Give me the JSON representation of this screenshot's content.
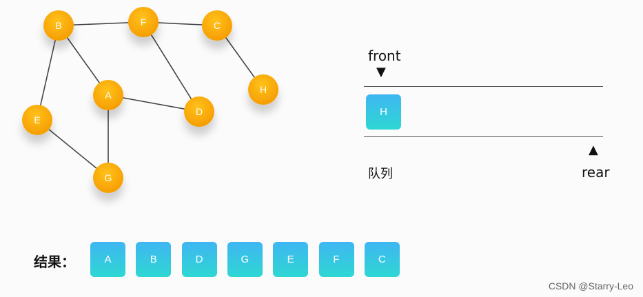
{
  "graph": {
    "nodes": [
      {
        "id": "B",
        "label": "B"
      },
      {
        "id": "F",
        "label": "F"
      },
      {
        "id": "C",
        "label": "C"
      },
      {
        "id": "A",
        "label": "A"
      },
      {
        "id": "H",
        "label": "H"
      },
      {
        "id": "D",
        "label": "D"
      },
      {
        "id": "E",
        "label": "E"
      },
      {
        "id": "G",
        "label": "G"
      }
    ],
    "edges": [
      [
        "B",
        "F"
      ],
      [
        "F",
        "C"
      ],
      [
        "B",
        "A"
      ],
      [
        "B",
        "E"
      ],
      [
        "F",
        "D"
      ],
      [
        "A",
        "D"
      ],
      [
        "A",
        "G"
      ],
      [
        "E",
        "G"
      ],
      [
        "C",
        "H"
      ]
    ],
    "node_color": "#f6a200"
  },
  "queue": {
    "front_label": "front",
    "rear_label": "rear",
    "name_label": "队列",
    "items": [
      "H"
    ]
  },
  "result": {
    "label": "结果：",
    "items": [
      "A",
      "B",
      "D",
      "G",
      "E",
      "F",
      "C"
    ]
  },
  "colors": {
    "tile_top": "#3fb6f2",
    "tile_bottom": "#2ed7d3"
  },
  "watermark": "CSDN @Starry-Leo"
}
